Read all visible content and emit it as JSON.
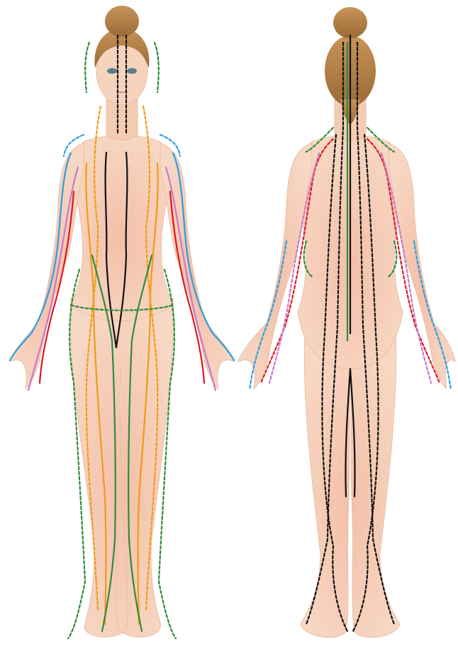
{
  "colors": {
    "background": "#ffffff",
    "skin": "#f6d3bd",
    "skin_shade": "#efb39c",
    "hair": "#b9874c",
    "hair_dark": "#8a5e2f",
    "meridian_black": "#111111",
    "meridian_blue": "#2a9fe0",
    "meridian_red": "#e3161b",
    "meridian_orange": "#f39a14",
    "meridian_green": "#2e8b3a",
    "meridian_pink": "#c978c9"
  },
  "figures": [
    {
      "id": "front",
      "view": "front"
    },
    {
      "id": "back",
      "view": "back"
    }
  ]
}
